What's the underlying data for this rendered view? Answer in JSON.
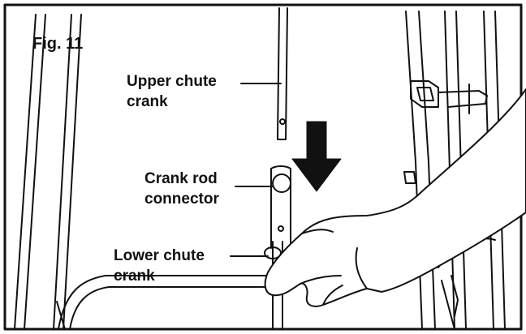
{
  "figure": {
    "title": "Fig. 11",
    "labels": {
      "upper_chute_crank": [
        "Upper chute",
        "crank"
      ],
      "crank_rod_connector": [
        "Crank rod",
        "connector"
      ],
      "lower_chute_crank": [
        "Lower chute",
        "crank"
      ]
    },
    "icons": {
      "arrow": "arrow-down-icon",
      "hand": "hand-icon"
    },
    "colors": {
      "line": "#111111",
      "background": "#ffffff"
    }
  }
}
